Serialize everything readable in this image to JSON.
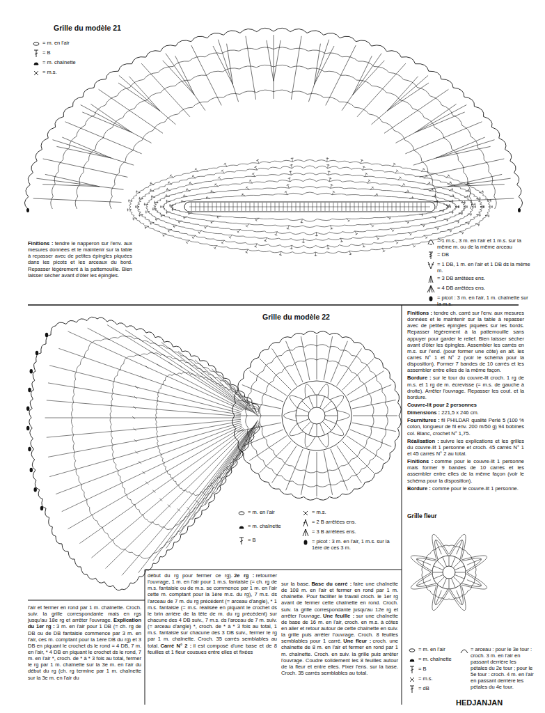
{
  "diagram": {
    "labels": [
      "Grille du modèle 21",
      "Finitions :",
      "tendre le napperon sur l'env. aux mesures données et le maintenir sur la table à repasser avec de petites épingles piquées dans les picots et les arceaux du bord. Repasser légèrement à la pattemouille. Bien laisser sécher avant d'ôter les épingles.",
      "Grille du modèle 22",
      "Finitions :",
      "tendre ch. carré sur l'env. aux mesures données et le maintenir sur la table à repasser avec de petites épingles piquées sur les bords. Repasser légèrement à la pattemouille sans appuyer pour garder le relief. Bien laisser sécher avant d'ôter les épingles. Assembler les carrés en m.s. sur l'end. (pour former une côte) en alt. les carrés N° 1 et N° 2 (voir le schéma pour la disposition). Former 7 bandes de 10 carrés et les assembler entre elles de la même façon.",
      "Bordure :",
      "sur le tour du couvre-lit croch. 1 rg de m.s. et 1 rg de m. écrevisse (= m.s. de gauche à droite). Arrêter l'ouvrage. Repasser les cout. et la bordure.",
      "Couvre-lit pour 2 personnes",
      "Dimensions :",
      "221,5 x 246 cm.",
      "Fournitures :",
      "fil PHILDAR qualité Perlé 5 (100 % coton, longueur de fil env. 200 m/50 g) 94 bobines col. Blanc, crochet N° 1,75.",
      "Réalisation :",
      "suivre les explications et les grilles du couvre-lit 1 personne et croch. 45 carrés N° 1 et 45 carrés N° 2 au total.",
      "Finitions :",
      "comme pour le couvre-lit 1 personne mais former 9 bandes de 10 carrés et les assembler entre elles de la même façon (voir le schéma pour la disposition).",
      "Bordure :",
      "comme pour le couvre-lit 1 personne.",
      "Grille fleur",
      "l'air et fermer en rond par 1 m. chaînette. Croch. suiv. la grille correspondante mais en rgs jusqu'au 18e rg et arrêter l'ouvrage.",
      "Explication du 1er rg :",
      "3 m. en l'air pour 1 DB (= ch. rg de DB ou de DB fantaisie commence par 3 m. en l'air, ces m. comptant pour la 1ère DB du rg) et 3 DB en piquant le crochet ds le rond = 4 DB, 7 m. en l'air, * 4 DB en piquant le crochet ds le rond, 7 m. en l'air *, croch. de * à * 3 fois au total, fermer le rg par 1 m. chaînette sur la 3e m. en l'air du début du rg (ch. rg termine par 1 m. chaînette sur la 3e m. en l'air du",
      "début du rg pour fermer ce rg).",
      "2e rg :",
      "retourner l'ouvrage, 1 m. en l'air pour 1 m.s. fantaisie (= ch. rg de m.s. fantaisie ou de m.s. se commence par 1 m. en l'air cette m. comptant pour la 1ère m.s. du rg), 7 m.s. ds l'arceau de 7 m. du rg précédent (= arceau d'angle), * 1 m.s. fantaisie (= m.s. réalisée en piquant le crochet ds le brin arrière de la tête de m. du rg précédent) sur chacune des 4 DB suiv., 7 m.s. ds l'arceau de 7 m. suiv. (= arceau d'angle) *, croch. de * à * 3 fois au total, 1 m.s. fantaisie sur chacune des 3 DB suiv., fermer le rg par 1 m. chaînette. Croch. 35 carrés semblables au total.",
      "Carré N° 2 :",
      "il est composé d'une base et de 8 feuilles et 1 fleur cousues entre elles et fixées",
      "sur la base.",
      "Base du carré :",
      "faire une chaînette de 108 m. en l'air et fermer en rond par 1 m. chaînette. Pour faciliter le travail croch. le 1er rg avant de fermer cette chaînette en rond. Croch. suiv. la grille correspondante jusqu'au 12e rg et arrêter l'ouvrage.",
      "Une feuille :",
      "sur une chaînette de base de 16 m. en l'air, croch. en m.s. à côtes en aller et retour autour de cette chaînette en suiv. la grille puis arrêter l'ouvrage. Croch. 8 feuilles semblables pour 1 carré.",
      "Une fleur :",
      "croch. une chaînette de 8 m. en l'air et fermer en rond par 1 m. chaînette. Croch. en suiv. la grille puis arrêter l'ouvrage. Coudre solidement les 8 feuilles autour de la fleur et entre elles. Fixer l'ens. sur la base. Croch. 35 carrés semblables au total.",
      "HEDJANJAN"
    ],
    "legend": [
      {
        "text": "= m. en l'air"
      },
      {
        "text": "= B"
      },
      {
        "text": "= m. chaînette"
      },
      {
        "text": "= m.s."
      },
      {
        "text": "= 1 m.s., 3 m. en l'air et 1 m.s. sur la même m. ou de la même arceau"
      },
      {
        "text": "= DB"
      },
      {
        "text": "= 1 DB, 1 m. en l'air et 1 DB ds la même m."
      },
      {
        "text": "= 3 DB arrêtées ens."
      },
      {
        "text": "= 4 DB arrêtées ens."
      },
      {
        "text": "= picot : 3 m. en l'air, 1 m. chaînette sur la m.s."
      },
      {
        "text": "= m. en l'air"
      },
      {
        "text": "= m. chaînette"
      },
      {
        "text": "= B"
      },
      {
        "text": "= m.s."
      },
      {
        "text": "= 2 B arrêtées ens."
      },
      {
        "text": "= 3 B arrêtées ens."
      },
      {
        "text": "= picot : 3 m. en l'air, 1 m.s. sur la 1ère de ces 3 m."
      },
      {
        "text": "= m. en l'air"
      },
      {
        "text": "= m. chaînette"
      },
      {
        "text": "= B"
      },
      {
        "text": "= m.s."
      },
      {
        "text": "= dB"
      },
      {
        "text": "= arceau : pour le 3e tour : croch. 3 m. en l'air en passant derrière les pétales du 2e tour ; pour le 5e tour : croch. 4 m. en l'air en passant derrière les pétales du 4e tour."
      }
    ]
  }
}
